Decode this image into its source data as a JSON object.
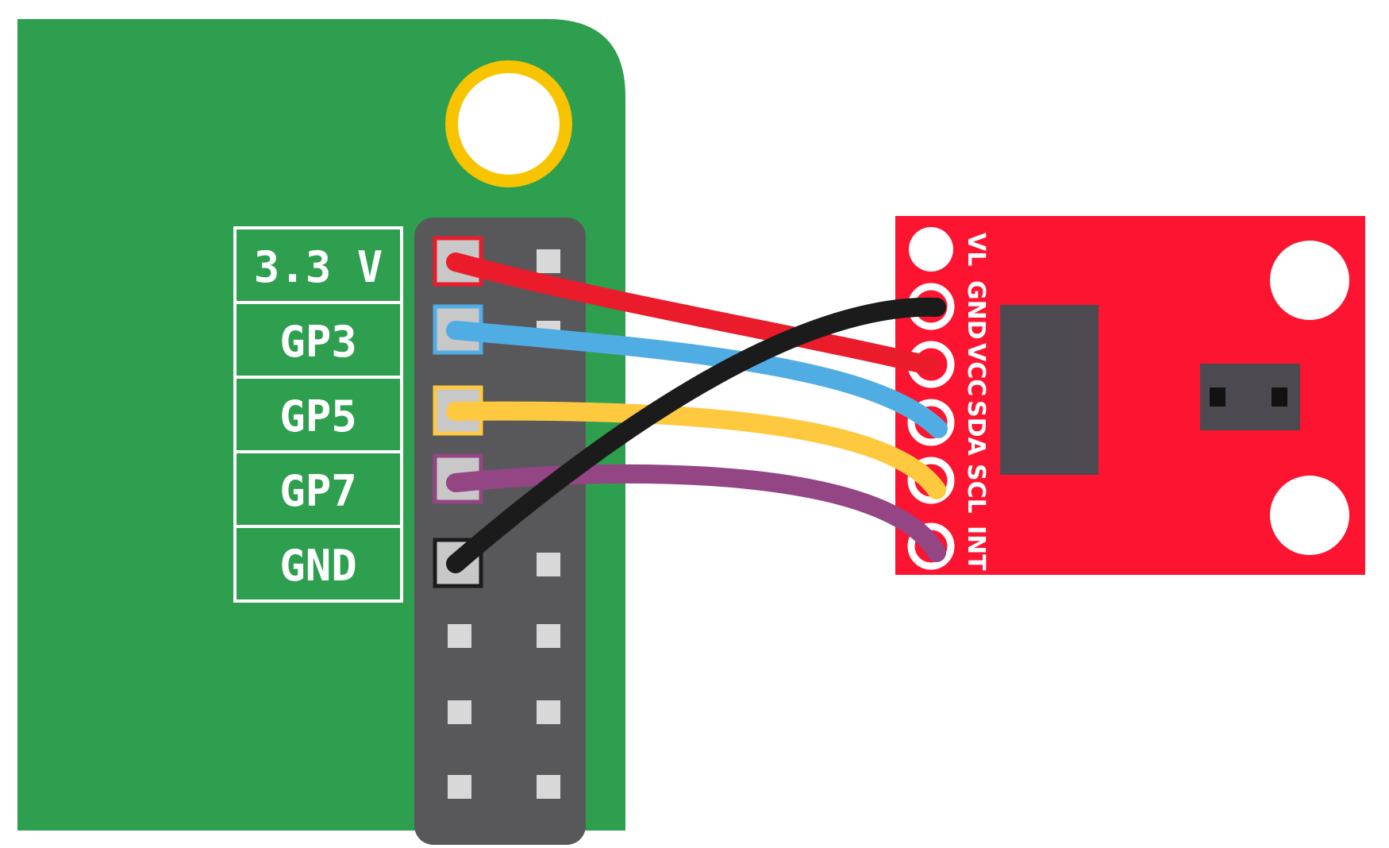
{
  "colors": {
    "pi_board": "#2e9e4f",
    "header": "#58585a",
    "mount_ring": "#f8c400",
    "sensor_board": "#fc1430",
    "chip": "#4c4a50",
    "wire_3v3": "#ea1c2b",
    "wire_gp3": "#50ade4",
    "wire_gp5": "#fec93f",
    "wire_gp7": "#934584",
    "wire_gnd": "#1b1b1b"
  },
  "pi_labels": [
    "3.3 V",
    "GP3",
    "GP5",
    "GP7",
    "GND"
  ],
  "sensor_pins": [
    "VL",
    "GND",
    "VCC",
    "SDA",
    "SCL",
    "INT"
  ],
  "wires": [
    {
      "from": "3.3 V",
      "to": "VCC",
      "color": "#ea1c2b"
    },
    {
      "from": "GP3",
      "to": "SDA",
      "color": "#50ade4"
    },
    {
      "from": "GP5",
      "to": "SCL",
      "color": "#fec93f"
    },
    {
      "from": "GP7",
      "to": "INT",
      "color": "#934584"
    },
    {
      "from": "GND",
      "to": "GND",
      "color": "#1b1b1b"
    }
  ]
}
